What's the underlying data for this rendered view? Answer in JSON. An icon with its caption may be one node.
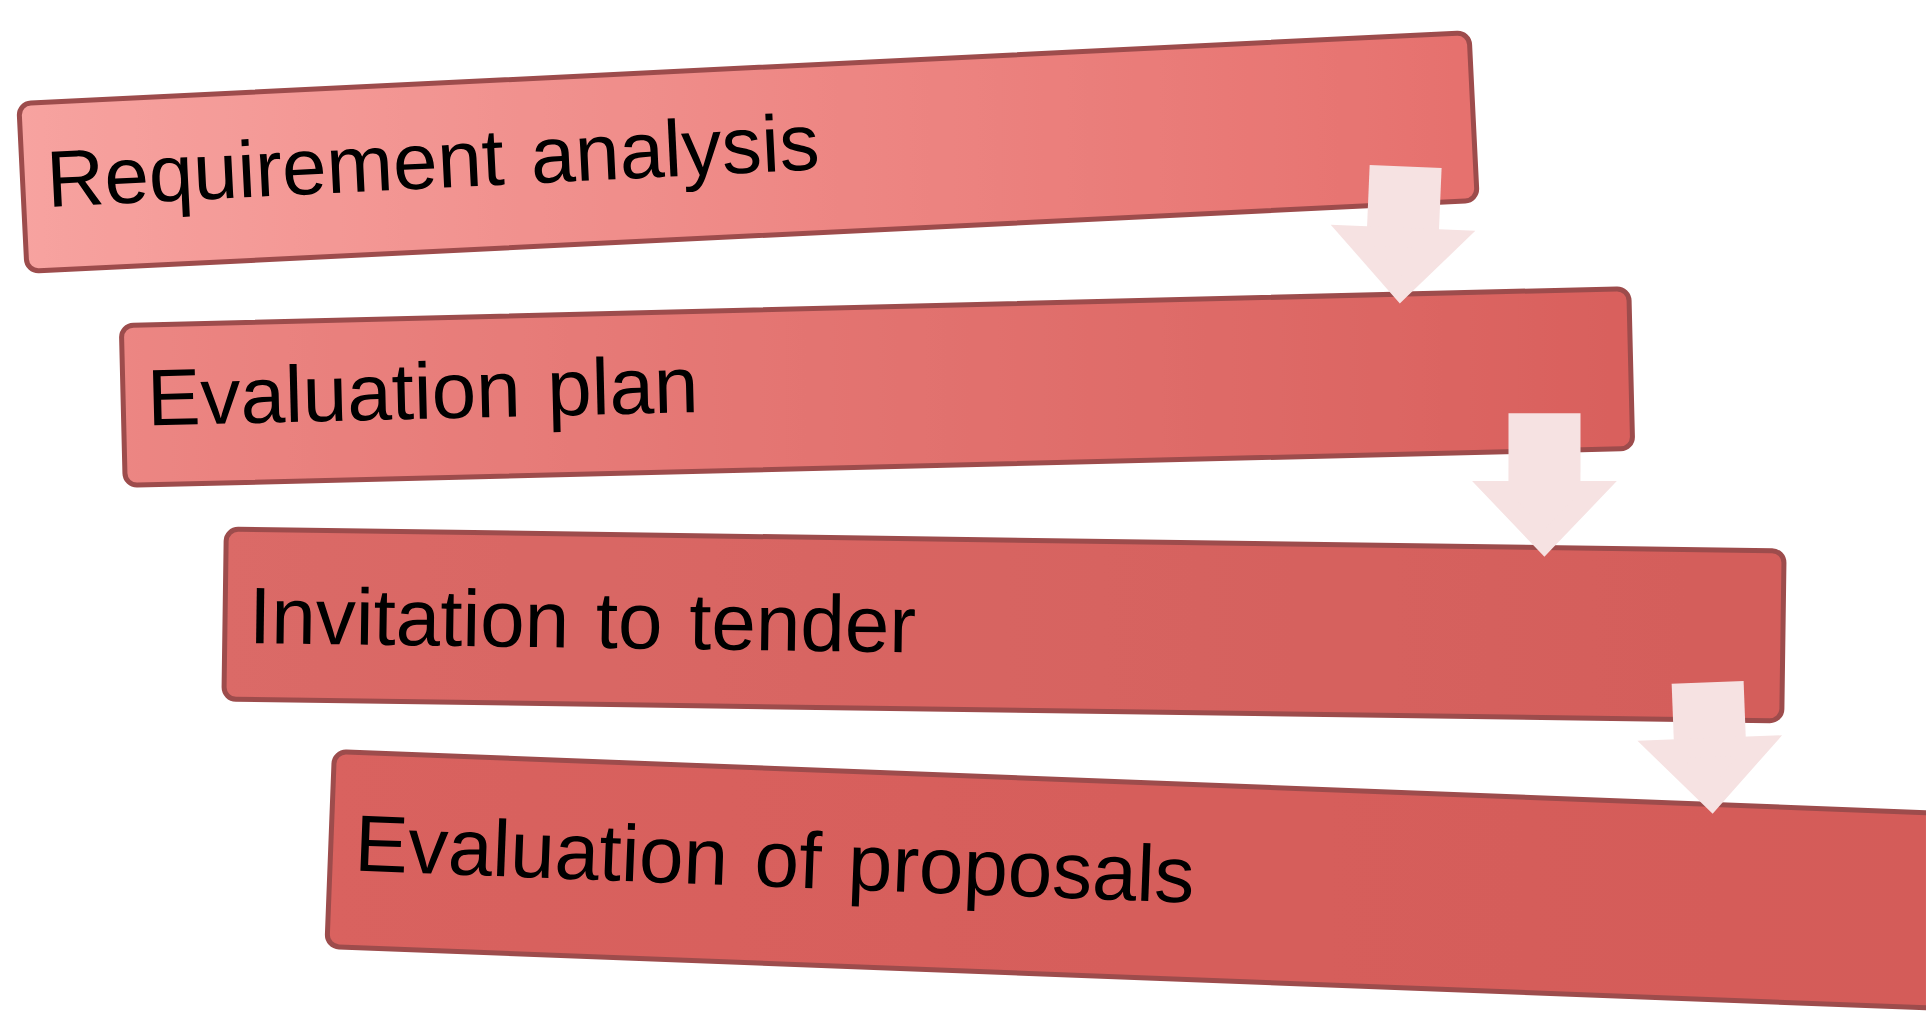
{
  "diagram": {
    "nodes": [
      {
        "text": [
          "Requirement analysis"
        ]
      },
      {
        "text": [
          "Evaluation plan"
        ]
      },
      {
        "text": [
          "Invitation to tender"
        ]
      },
      {
        "text": [
          "Evaluation of proposals"
        ]
      }
    ],
    "edges": [
      {
        "from": 0,
        "to": 1,
        "arrow": "to"
      },
      {
        "from": 1,
        "to": 2,
        "arrow": "to"
      },
      {
        "from": 2,
        "to": 3,
        "arrow": "to"
      }
    ]
  }
}
